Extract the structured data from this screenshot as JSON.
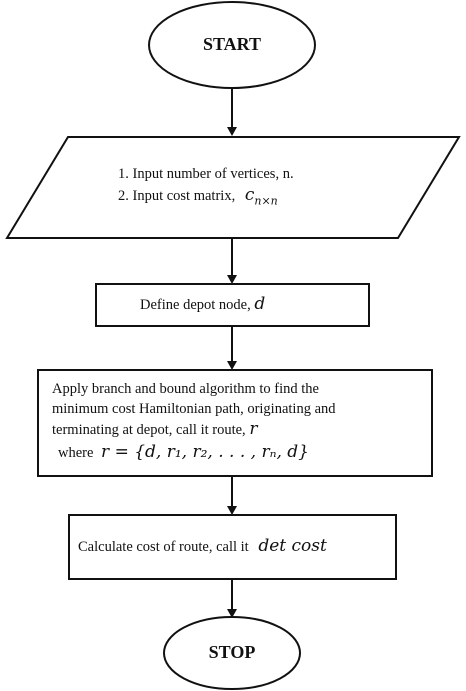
{
  "flowchart": {
    "start_label": "START",
    "input_step": {
      "line1": "1. Input number of vertices, n.",
      "line2_text": "2. Input cost matrix,",
      "line2_math_base": "c",
      "line2_math_sub": "n×n"
    },
    "depot_step": {
      "text": "Define depot node,",
      "math": "d"
    },
    "algorithm_step": {
      "line1": "Apply branch and bound algorithm to find the",
      "line2": "minimum cost Hamiltonian path, originating and",
      "line3_text": "terminating at depot, call it route,",
      "line3_math": "r",
      "line4_text": "where",
      "line4_math": "r = {d, r₁, r₂, . . . , rₙ, d}"
    },
    "cost_step": {
      "text": "Calculate cost of route, call it",
      "math": "det cost"
    },
    "stop_label": "STOP"
  }
}
